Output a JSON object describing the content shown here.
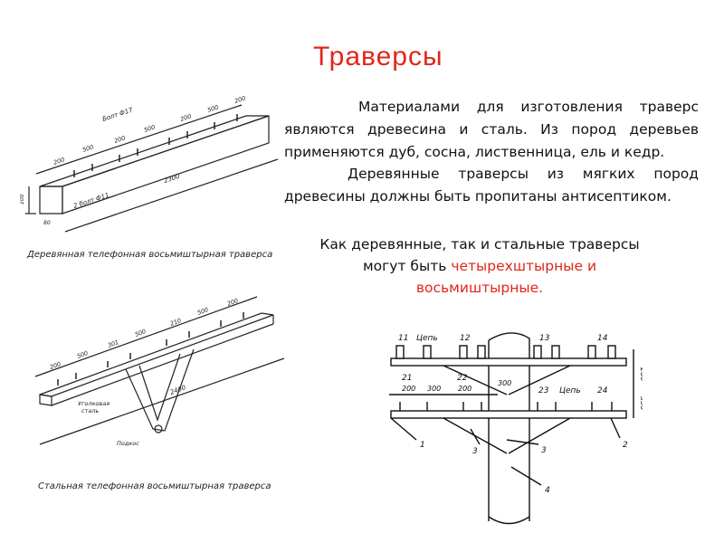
{
  "title": "Траверсы",
  "paragraphs": {
    "p1": "Материалами для изготовления траверс являются древесина и сталь. Из пород деревьев применяются дуб, сосна, лиственница, ель и кедр.",
    "p2": "Деревянные траверсы из мягких пород древесины должны быть пропитаны антисептиком.",
    "p3_start": "Как деревянные, так и стальные траверсы могут быть ",
    "p3_highlight": "четырехштырные и восьмиштырные."
  },
  "captions": {
    "wood": "Деревянная телефонная восьмиштырная траверса",
    "steel": "Стальная телефонная восьмиштырная траверса"
  },
  "figure_wood": {
    "labels": {
      "bolt_top": "Болт Ф17",
      "bolt_bottom": "2 болт Ф11",
      "d200a": "200",
      "d500": "500",
      "d200b": "200",
      "d500b": "500",
      "d200c": "200",
      "d500c": "500",
      "d200d": "200",
      "d2300": "2300",
      "d100": "100",
      "d80": "80"
    }
  },
  "figure_steel": {
    "labels": {
      "d200": "200",
      "d500": "500",
      "d301": "301",
      "d500b": "500",
      "d210": "210",
      "d500c": "500",
      "d200b": "200",
      "d2400": "2400",
      "steel_label_1": "Уголковая",
      "steel_label_2": "сталь",
      "brace_label": "Подкос"
    }
  },
  "figure_pole": {
    "labels": {
      "n11": "11",
      "chain1": "Цепь",
      "n12": "12",
      "n13": "13",
      "n14": "14",
      "n21": "21",
      "n22": "22",
      "n23": "23",
      "chain2": "Цепь",
      "n24": "24",
      "d200a": "200",
      "d300": "300",
      "d200b": "200",
      "d300b": "300",
      "d200v": "200",
      "d350": "350",
      "p1": "1",
      "p2": "2",
      "p3": "3",
      "p3b": "3",
      "p4": "4"
    }
  },
  "colors": {
    "accent": "#e0261c",
    "text": "#111111"
  }
}
